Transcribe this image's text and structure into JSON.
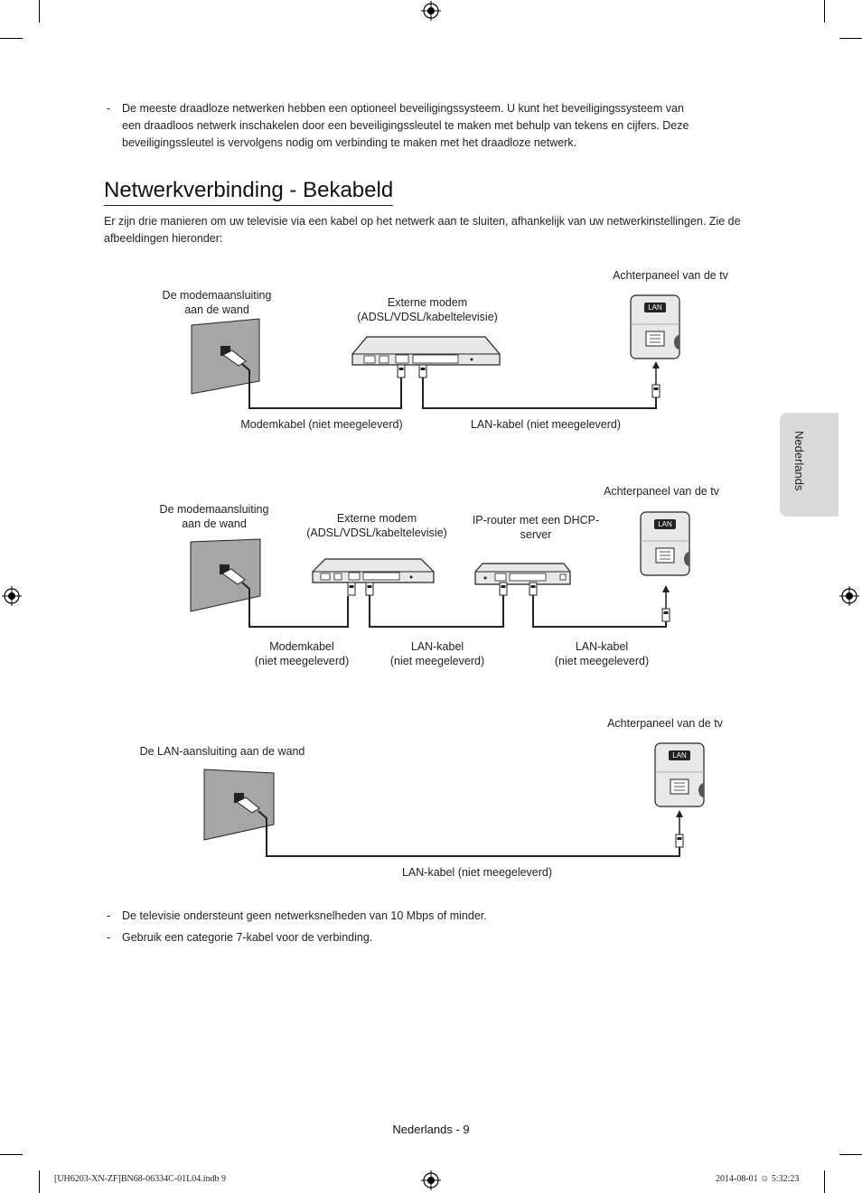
{
  "bullets_top": [
    "De meeste draadloze netwerken hebben een optioneel beveiligingssysteem. U kunt het beveiligingssysteem van",
    "een draadloos netwerk inschakelen door een beveiligingssleutel te maken met behulp van tekens en cijfers. Deze",
    "beveiligingssleutel is vervolgens nodig om verbinding te maken met het draadloze netwerk."
  ],
  "title": "Netwerkverbinding - Bekabeld",
  "intro": "Er zijn drie manieren om uw televisie via een kabel op het netwerk aan te sluiten, afhankelijk van uw netwerkinstellingen. Zie de afbeeldingen hieronder:",
  "diagram1": {
    "tv_panel": "Achterpaneel van de tv",
    "wall_line1": "De modemaansluiting",
    "wall_line2": "aan de wand",
    "modem_line1": "Externe modem",
    "modem_line2": "(ADSL/VDSL/kabeltelevisie)",
    "modem_cable": "Modemkabel (niet meegeleverd)",
    "lan_cable": "LAN-kabel (niet meegeleverd)",
    "lan_label": "LAN"
  },
  "diagram2": {
    "tv_panel": "Achterpaneel van de tv",
    "wall_line1": "De modemaansluiting",
    "wall_line2": "aan de wand",
    "modem_line1": "Externe modem",
    "modem_line2": "(ADSL/VDSL/kabeltelevisie)",
    "router_line1": "IP-router met een DHCP-",
    "router_line2": "server",
    "cable1_line1": "Modemkabel",
    "cable1_line2": "(niet meegeleverd)",
    "cable2_line1": "LAN-kabel",
    "cable2_line2": "(niet meegeleverd)",
    "cable3_line1": "LAN-kabel",
    "cable3_line2": "(niet meegeleverd)",
    "lan_label": "LAN"
  },
  "diagram3": {
    "tv_panel": "Achterpaneel van de tv",
    "wall": "De LAN-aansluiting aan de wand",
    "lan_cable": "LAN-kabel (niet meegeleverd)",
    "lan_label": "LAN"
  },
  "bullets_bottom": [
    "De televisie ondersteunt geen netwerksnelheden van 10 Mbps of minder.",
    "Gebruik een categorie 7-kabel voor de verbinding."
  ],
  "bullet_dash": "-",
  "side_tab": "Nederlands",
  "page_number": "Nederlands - 9",
  "imprint_left": "[UH6203-XN-ZF]BN68-06334C-01L04.indb   9",
  "imprint_right": "2014-08-01   ☺ 5:32:23",
  "colors": {
    "wall": "#a6a6a6",
    "device": "#e8e8e8",
    "line": "#222222",
    "tab": "#d9d9d9"
  }
}
